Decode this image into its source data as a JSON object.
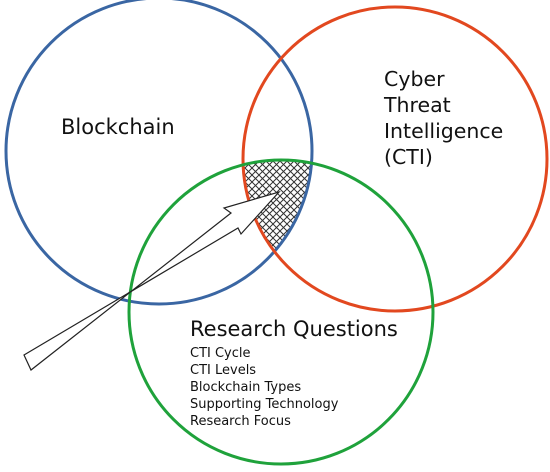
{
  "diagram": {
    "circles": [
      {
        "name": "Blockchain",
        "color": "#3a66a3"
      },
      {
        "name": "Cyber Threat Intelligence (CTI)",
        "color": "#e2481f"
      },
      {
        "name": "Research Questions",
        "color": "#1fa23b"
      }
    ],
    "labels": {
      "blockchain": "Blockchain",
      "cti_lines": [
        "Cyber",
        "Threat",
        "Intelligence",
        "(CTI)"
      ],
      "research_title": "Research Questions",
      "research_items": [
        "CTI Cycle",
        "CTI Levels",
        "Blockchain Types",
        "Supporting Technology",
        "Research Focus"
      ]
    },
    "intersection_fill": "crosshatch",
    "arrow": "points to three-way intersection"
  }
}
